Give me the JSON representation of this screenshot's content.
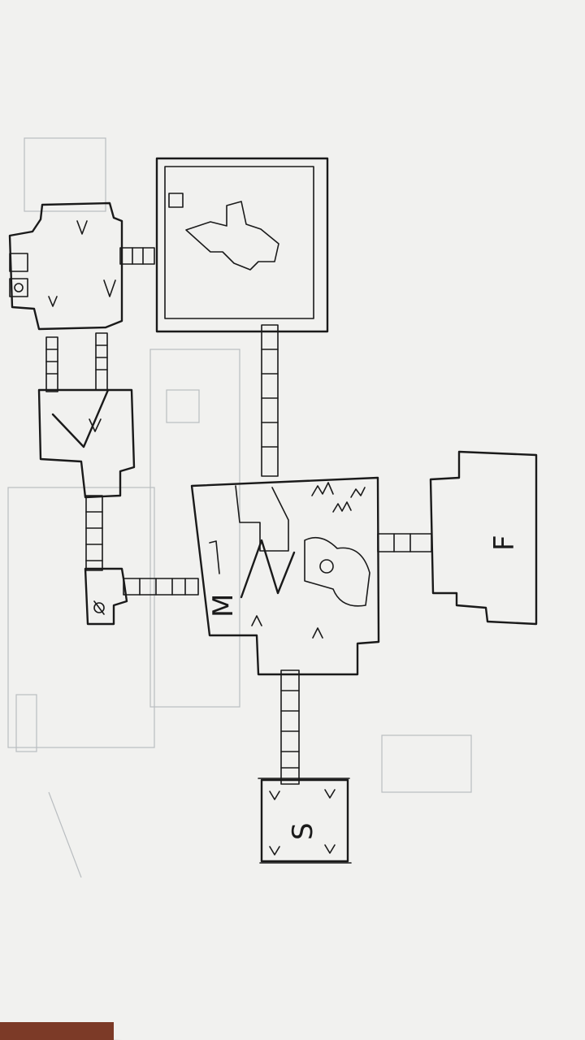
{
  "diagram": {
    "rooms": [
      {
        "id": "start",
        "label": "S"
      },
      {
        "id": "main",
        "label": "M"
      },
      {
        "id": "final",
        "label": "F"
      }
    ]
  }
}
